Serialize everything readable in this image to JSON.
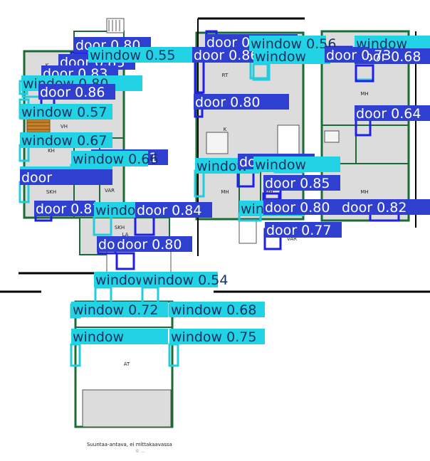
{
  "colors": {
    "door": "#1f1fe6",
    "door_label_bg": "#2f3fd0",
    "window": "#22ccdd",
    "window_label_bg": "#22d3e6",
    "wall": "#1a6b35",
    "floor": "#dcdcdc"
  },
  "plan": {
    "caption": "Suuntaa-antava, ei mittakaavassa",
    "caption_small": "© ...",
    "rooms": [
      "RT",
      "K",
      "MH",
      "MH",
      "MH",
      "MH",
      "KH",
      "VH",
      "SKH",
      "VAR",
      "VAR",
      "AT",
      "K",
      "SKH",
      "LA"
    ]
  },
  "detections": [
    {
      "label": "door 0.80"
    },
    {
      "label": "door 0.83"
    },
    {
      "label": "window 0.55"
    },
    {
      "label": "door 0.83"
    },
    {
      "label": "window 0.80"
    },
    {
      "label": "door 0.86"
    },
    {
      "label": "window 0.57"
    },
    {
      "label": "window 0.67"
    },
    {
      "label": "door 0.81"
    },
    {
      "label": "window 0.66"
    },
    {
      "label": "window"
    },
    {
      "label": "door"
    },
    {
      "label": "door 0.87"
    },
    {
      "label": "window"
    },
    {
      "label": "door 0.84"
    },
    {
      "label": "door 0.87"
    },
    {
      "label": "door 0.80"
    },
    {
      "label": "window 0.71"
    },
    {
      "label": "window 0.54"
    },
    {
      "label": "window 0.72"
    },
    {
      "label": "window 0.68"
    },
    {
      "label": "window"
    },
    {
      "label": "window 0.75"
    },
    {
      "label": "door 0.86"
    },
    {
      "label": "door 0.80"
    },
    {
      "label": "window 0.56"
    },
    {
      "label": "window"
    },
    {
      "label": "door 0.80"
    },
    {
      "label": "window 0.75"
    },
    {
      "label": "door 0.85"
    },
    {
      "label": "window"
    },
    {
      "label": "door 0.85"
    },
    {
      "label": "window 0.71"
    },
    {
      "label": "door 0.80"
    },
    {
      "label": "door 0.82"
    },
    {
      "label": "door 0.77"
    },
    {
      "label": "window"
    },
    {
      "label": "door 0.68"
    },
    {
      "label": "door 0.73"
    },
    {
      "label": "door 0.64"
    }
  ]
}
